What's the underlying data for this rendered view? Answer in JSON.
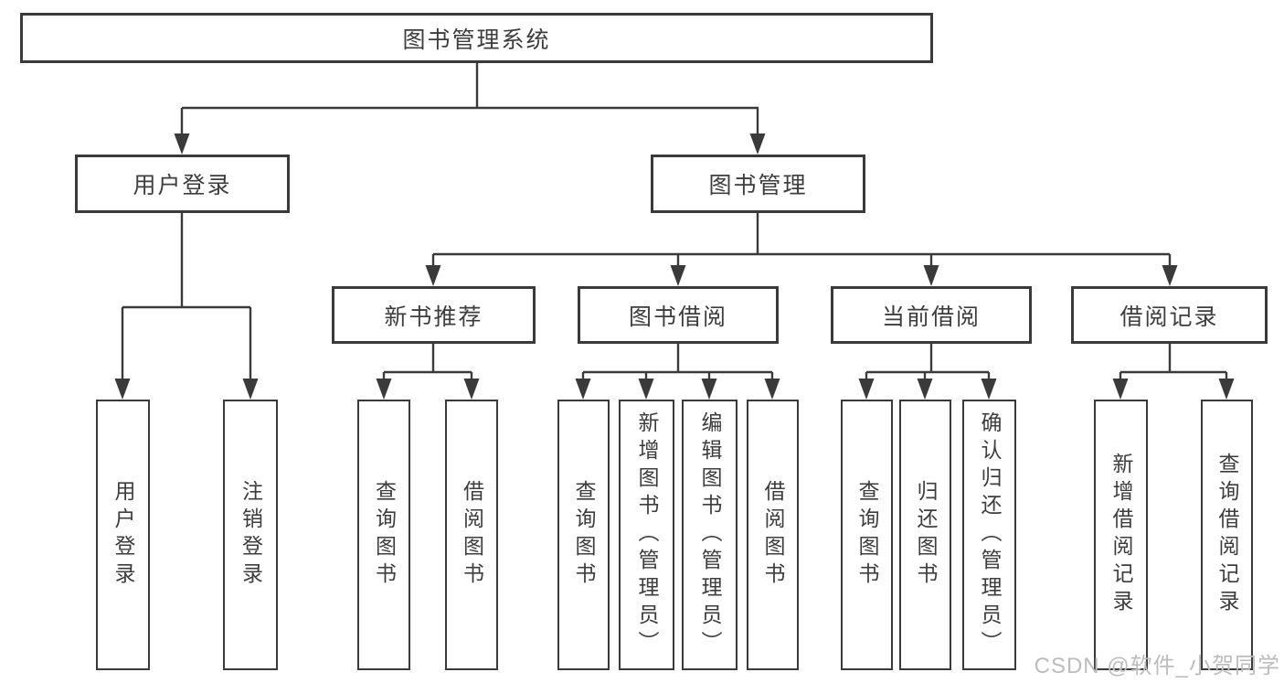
{
  "diagram_title": "图书管理系统",
  "tree": {
    "root": {
      "label": "图书管理系统"
    },
    "level2": [
      {
        "label": "用户登录",
        "parent": "图书管理系统"
      },
      {
        "label": "图书管理",
        "parent": "图书管理系统"
      }
    ],
    "level3": [
      {
        "label": "新书推荐",
        "parent": "图书管理"
      },
      {
        "label": "图书借阅",
        "parent": "图书管理"
      },
      {
        "label": "当前借阅",
        "parent": "图书管理"
      },
      {
        "label": "借阅记录",
        "parent": "图书管理"
      }
    ],
    "leaves": [
      {
        "label": "用户登录",
        "parent": "用户登录"
      },
      {
        "label": "注销登录",
        "parent": "用户登录"
      },
      {
        "label": "查询图书",
        "parent": "新书推荐"
      },
      {
        "label": "借阅图书",
        "parent": "新书推荐"
      },
      {
        "label": "查询图书",
        "parent": "图书借阅"
      },
      {
        "label": "新增图书（管理员）",
        "parent": "图书借阅"
      },
      {
        "label": "编辑图书（管理员）",
        "parent": "图书借阅"
      },
      {
        "label": "借阅图书",
        "parent": "图书借阅"
      },
      {
        "label": "查询图书",
        "parent": "当前借阅"
      },
      {
        "label": "归还图书",
        "parent": "当前借阅"
      },
      {
        "label": "确认归还（管理员）",
        "parent": "当前借阅"
      },
      {
        "label": "新增借阅记录",
        "parent": "借阅记录"
      },
      {
        "label": "查询借阅记录",
        "parent": "借阅记录"
      }
    ]
  },
  "watermark": {
    "text": "CSDN @软件_小贺同学"
  },
  "colors": {
    "line": "#3a3a3a",
    "text": "#3d3d3d",
    "box_background": "#ffffff",
    "watermark": "#bcbcbc",
    "background": "#ffffff"
  }
}
